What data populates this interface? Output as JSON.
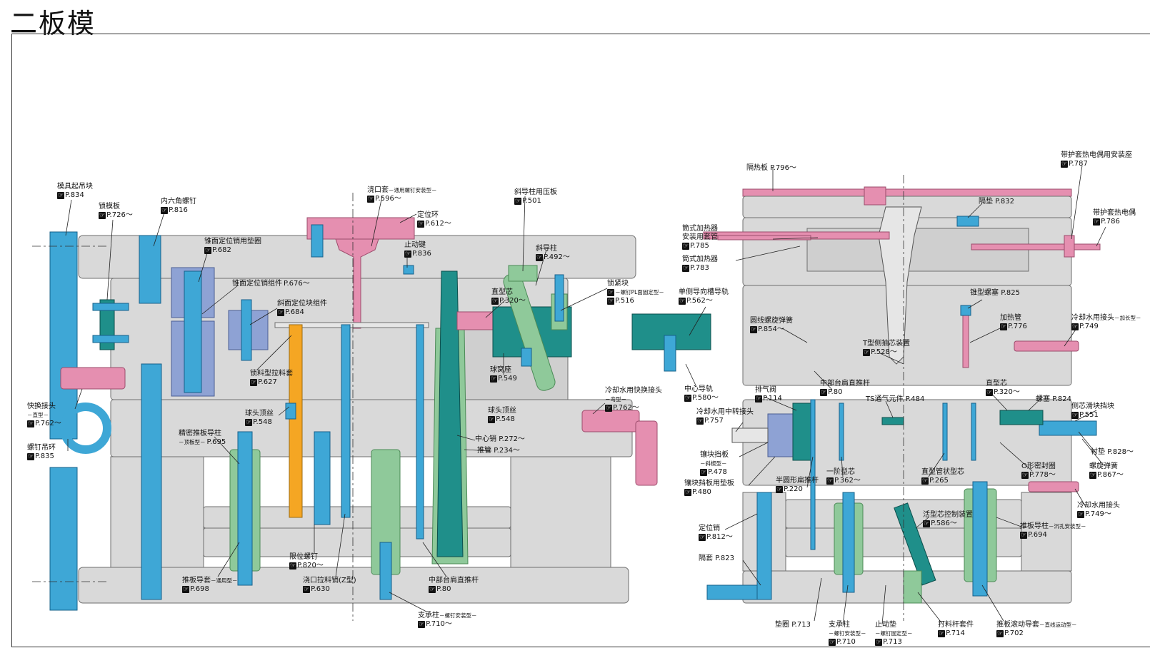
{
  "title": "二板模",
  "colors": {
    "plate": "#d9d9d9",
    "plate_edge": "#6e6e6e",
    "cavity": "#bdbdbd",
    "blue": "#3ea7d6",
    "blue_dark": "#16608a",
    "green": "#8fc99a",
    "teal": "#1f8f8a",
    "pink": "#e58fb0",
    "lavender": "#8ea2d4",
    "orange": "#f5a623",
    "line": "#333333"
  },
  "labels": [
    {
      "id": "l1",
      "text": "模具起吊块",
      "ref": "P.834"
    },
    {
      "id": "l2",
      "text": "锁模板",
      "ref": "P.726～"
    },
    {
      "id": "l3",
      "text": "内六角螺钉",
      "ref": "P.816"
    },
    {
      "id": "l4",
      "text": "锥面定位销用垫圈",
      "ref": "P.682"
    },
    {
      "id": "l5",
      "text": "锥面定位销组件",
      "ref": "P.676～"
    },
    {
      "id": "l6",
      "text": "斜面定位块组件",
      "ref": "P.684"
    },
    {
      "id": "l7",
      "text": "浇口套",
      "sub": "－通用螺钉安装型－",
      "ref": "P.596～"
    },
    {
      "id": "l8",
      "text": "定位环",
      "ref": "P.612～"
    },
    {
      "id": "l9",
      "text": "止动键",
      "ref": "P.836"
    },
    {
      "id": "l10",
      "text": "斜导柱用压板",
      "ref": "P.501"
    },
    {
      "id": "l11",
      "text": "斜导柱",
      "ref": "P.492～"
    },
    {
      "id": "l12",
      "text": "锁紧块",
      "sub": "－螺钉PL面固定型－",
      "ref": "P.516"
    },
    {
      "id": "l13",
      "text": "直型芯",
      "ref": "P.320～"
    },
    {
      "id": "l14",
      "text": "球窝座",
      "ref": "P.549"
    },
    {
      "id": "l15",
      "text": "球头顶丝",
      "ref": "P.548"
    },
    {
      "id": "l16",
      "text": "锁料型拉料套",
      "ref": "P.627"
    },
    {
      "id": "l17",
      "text": "球头顶丝",
      "ref": "P.548"
    },
    {
      "id": "l18",
      "text": "快换接头",
      "sub": "－直型－",
      "ref": "P.762～"
    },
    {
      "id": "l19",
      "text": "螺钉吊环",
      "ref": "P.835"
    },
    {
      "id": "l20",
      "text": "精密推板导柱",
      "sub": "－顶板型－",
      "ref": "P.695"
    },
    {
      "id": "l21",
      "text": "中心销",
      "ref": "P.272～"
    },
    {
      "id": "l22",
      "text": "推管",
      "ref": "P.234～"
    },
    {
      "id": "l23",
      "text": "冷却水用快换接头",
      "sub": "－弯型－",
      "ref": "P.762～"
    },
    {
      "id": "l24",
      "text": "单侧导向槽导轨",
      "ref": "P.562～"
    },
    {
      "id": "l25",
      "text": "中心导轨",
      "ref": "P.580～"
    },
    {
      "id": "l26",
      "text": "限位螺钉",
      "ref": "P.820～"
    },
    {
      "id": "l27",
      "text": "推板导套",
      "sub": "－通用型－",
      "ref": "P.698"
    },
    {
      "id": "l28",
      "text": "浇口拉料销(Z型)",
      "ref": "P.630"
    },
    {
      "id": "l29",
      "text": "中部台肩直推杆",
      "ref": "P.80"
    },
    {
      "id": "l30",
      "text": "支承柱",
      "sub": "－螺钉安装型－",
      "ref": "P.710～"
    },
    {
      "id": "l31",
      "text": "隔热板",
      "ref": "P.796～"
    },
    {
      "id": "l32",
      "text": "带护套热电偶用安装座",
      "ref": "P.787"
    },
    {
      "id": "l33",
      "text": "隔垫",
      "ref": "P.832"
    },
    {
      "id": "l34",
      "text": "带护套热电偶",
      "ref": "P.786"
    },
    {
      "id": "l35",
      "text": "筒式加热器",
      "text2": "安装用套管",
      "ref": "P.785"
    },
    {
      "id": "l36",
      "text": "筒式加热器",
      "ref": "P.783"
    },
    {
      "id": "l37",
      "text": "锥型螺塞",
      "ref": "P.825"
    },
    {
      "id": "l38",
      "text": "加热管",
      "ref": "P.776"
    },
    {
      "id": "l39",
      "text": "冷却水用接头",
      "sub": "－加长型－",
      "ref": "P.749"
    },
    {
      "id": "l40",
      "text": "圆线螺旋弹簧",
      "ref": "P.854～"
    },
    {
      "id": "l41",
      "text": "T型侧抽芯装置",
      "ref": "P.528～"
    },
    {
      "id": "l42",
      "text": "中部台肩直推杆",
      "ref": "P.80"
    },
    {
      "id": "l43",
      "text": "排气阀",
      "ref": "P.114"
    },
    {
      "id": "l44",
      "text": "TS通气元件",
      "ref": "P.484"
    },
    {
      "id": "l45",
      "text": "直型芯",
      "ref": "P.320～"
    },
    {
      "id": "l46",
      "text": "螺塞",
      "ref": "P.824"
    },
    {
      "id": "l47",
      "text": "侧芯滑块挡块",
      "ref": "P.551"
    },
    {
      "id": "l48",
      "text": "冷却水用中转接头",
      "ref": "P.757"
    },
    {
      "id": "l49",
      "text": "镶块挡板",
      "sub": "－斜楔型－",
      "ref": "P.478"
    },
    {
      "id": "l50",
      "text": "镶块挡板用垫板",
      "ref": "P.480"
    },
    {
      "id": "l51",
      "text": "半圆形扁推杆",
      "ref": "P.220"
    },
    {
      "id": "l52",
      "text": "一阶型芯",
      "ref": "P.362～"
    },
    {
      "id": "l53",
      "text": "直型管状型芯",
      "ref": "P.265"
    },
    {
      "id": "l54",
      "text": "O形密封圈",
      "ref": "P.778～"
    },
    {
      "id": "l55",
      "text": "衬垫",
      "ref": "P.828～"
    },
    {
      "id": "l56",
      "text": "螺旋弹簧",
      "ref": "P.867～"
    },
    {
      "id": "l57",
      "text": "冷却水用接头",
      "ref": "P.749～"
    },
    {
      "id": "l58",
      "text": "活型芯控制装置",
      "ref": "P.586～"
    },
    {
      "id": "l59",
      "text": "推板导柱",
      "sub": "－沉孔安装型－",
      "ref": "P.694"
    },
    {
      "id": "l60",
      "text": "定位销",
      "ref": "P.812～"
    },
    {
      "id": "l61",
      "text": "隔套",
      "ref": "P.823"
    },
    {
      "id": "l62",
      "text": "垫圈",
      "ref": "P.713"
    },
    {
      "id": "l63",
      "text": "支承柱",
      "sub": "－螺钉安装型－",
      "ref": "P.710"
    },
    {
      "id": "l64",
      "text": "止动垫",
      "sub": "－螺钉固定型－",
      "ref": "P.713"
    },
    {
      "id": "l65",
      "text": "打料杆套件",
      "ref": "P.714"
    },
    {
      "id": "l66",
      "text": "推板滚动导套",
      "sub": "－直线运动型－",
      "ref": "P.702"
    }
  ]
}
